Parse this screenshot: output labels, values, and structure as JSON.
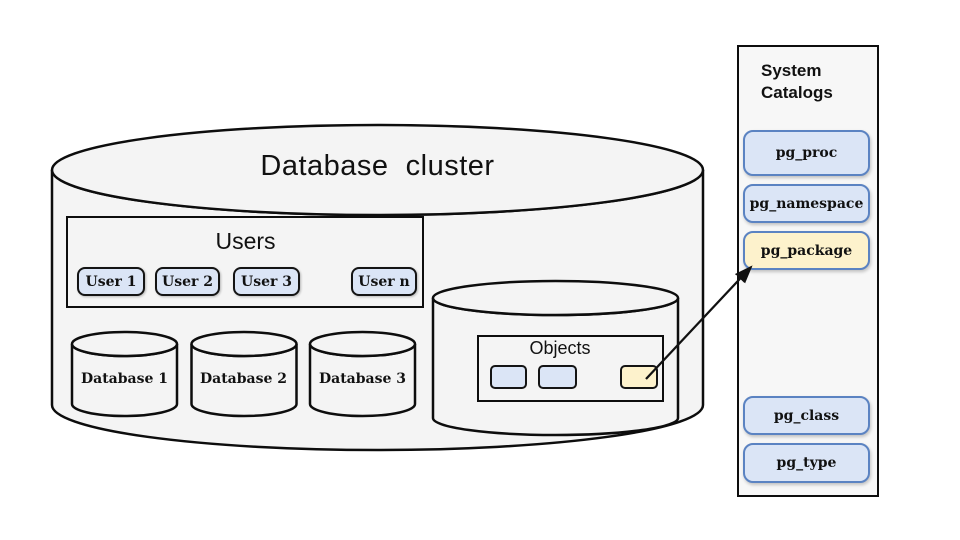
{
  "cluster": {
    "title": "Database  cluster"
  },
  "users": {
    "title": "Users",
    "items": [
      "User 1",
      "User 2",
      "User 3",
      "User n"
    ]
  },
  "databases": {
    "items": [
      "Database 1",
      "Database 2",
      "Database 3"
    ]
  },
  "objects": {
    "title": "Objects",
    "items": [
      "object-blue-1",
      "object-blue-2",
      "object-highlighted-yellow"
    ]
  },
  "catalogs": {
    "title": "System Catalogs",
    "items": [
      "pg_proc",
      "pg_namespace",
      "pg_package",
      "pg_class",
      "pg_type"
    ]
  },
  "arrow": {
    "meaning": "object-to-pg_package-link"
  },
  "colors": {
    "shape_fill": "#f4f4f4",
    "panel_fill": "#f7f7f7",
    "blue_fill": "#dbe5f6",
    "blue_border": "#5b83c2",
    "yellow_fill": "#fdf2cc",
    "outline": "#0d0d0d"
  }
}
